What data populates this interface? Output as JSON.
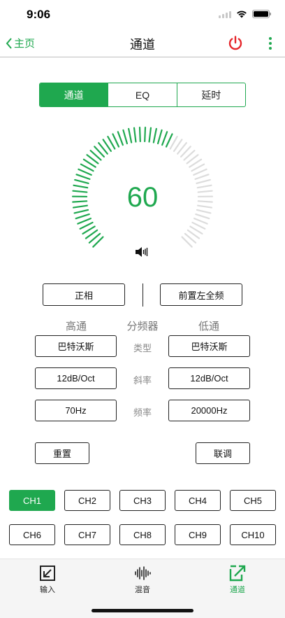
{
  "status": {
    "time": "9:06"
  },
  "nav": {
    "back_label": "主页",
    "title": "通道"
  },
  "segment": {
    "tabs": [
      "通道",
      "EQ",
      "延时"
    ],
    "active_index": 0
  },
  "dial": {
    "value": "60",
    "level": 60,
    "max": 100
  },
  "phase_button": "正相",
  "front_button": "前置左全频",
  "crossover": {
    "highpass_header": "高通",
    "title": "分频器",
    "lowpass_header": "低通",
    "rows": [
      {
        "label": "类型",
        "high": "巴特沃斯",
        "low": "巴特沃斯"
      },
      {
        "label": "斜率",
        "high": "12dB/Oct",
        "low": "12dB/Oct"
      },
      {
        "label": "频率",
        "high": "70Hz",
        "low": "20000Hz"
      }
    ]
  },
  "reset_button": "重置",
  "link_button": "联调",
  "channels": [
    "CH1",
    "CH2",
    "CH3",
    "CH4",
    "CH5",
    "CH6",
    "CH7",
    "CH8",
    "CH9",
    "CH10"
  ],
  "active_channel": "CH1",
  "colors": {
    "accent": "#1fa84f",
    "power": "#e5252a",
    "tick_inactive": "#dcdcdc"
  },
  "tabbar": [
    {
      "label": "输入",
      "icon": "arrow-down-left-icon"
    },
    {
      "label": "混音",
      "icon": "waveform-icon"
    },
    {
      "label": "通道",
      "icon": "arrow-up-right-icon"
    }
  ]
}
